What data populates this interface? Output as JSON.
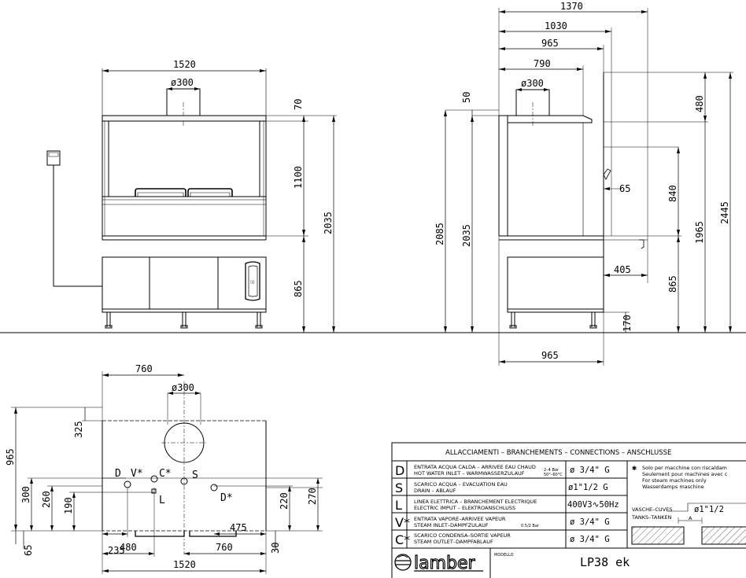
{
  "front_view": {
    "width": "1520",
    "flue": "ø300",
    "dim_top": "70",
    "dim_mid": "1100",
    "dim_bottom": "865",
    "dim_total": "2035"
  },
  "side_view": {
    "dim_1370": "1370",
    "dim_1030": "1030",
    "dim_965_top": "965",
    "dim_790": "790",
    "flue": "ø300",
    "dim_50": "50",
    "dim_2085": "2085",
    "dim_2035": "2035",
    "dim_480": "480",
    "dim_65": "65",
    "dim_840": "840",
    "dim_1965": "1965",
    "dim_2445": "2445",
    "dim_405": "405",
    "dim_865": "865",
    "dim_170": "170",
    "dim_965_bottom": "965"
  },
  "plan_view": {
    "dim_760_top": "760",
    "flue": "ø300",
    "dim_325": "325",
    "dim_965": "965",
    "dim_300": "300",
    "dim_260": "260",
    "dim_190": "190",
    "dim_220": "220",
    "dim_270": "270",
    "dim_65": "65",
    "dim_30": "30",
    "dim_235": "235",
    "dim_475": "475",
    "dim_480": "480",
    "dim_760_bottom": "760",
    "dim_1520": "1520",
    "labels": {
      "d": "D",
      "v": "V*",
      "c": "C*",
      "s": "S",
      "l": "L",
      "dstar": "D*"
    }
  },
  "title_block": {
    "header": "ALLACCIAMENTI  –  BRANCHEMENTS  –  CONNECTIONS  –  ANSCHLUSSE",
    "rows": [
      {
        "letter": "D",
        "line1": "ENTRATA ACQUA CALDA – ARRIVEE EAU CHAUD",
        "line2": "HOT WATER INLET – WARMWASSERZULAUF",
        "note1": "2–4 Bar",
        "note2": "50°–60°C",
        "value": "ø  3/4\"  G"
      },
      {
        "letter": "S",
        "line1": "SCARICO ACQUA – EVACUATION EAU",
        "line2": "DRAIN – ABLAUF",
        "note1": "",
        "note2": "",
        "value": "ø1\"1/2  G"
      },
      {
        "letter": "L",
        "line1": "LINEA ELETTRICA – BRANCHEMENT ELECTRIQUE",
        "line2": "ELECTRIC IMPUT – ELEKTROANSCHLUSS",
        "note1": "",
        "note2": "",
        "value": "400V3∿50Hz"
      },
      {
        "letter": "V*",
        "line1": "ENTRATA VAPORE–ARRIVEE VAPEUR",
        "line2": "STEAM INLET–DAMPFZULAUF",
        "note1": "0.5/2 Bar",
        "note2": "",
        "value": "ø  3/4\"  G"
      },
      {
        "letter": "C*",
        "line1": "SCARICO CONDENSA–SORTIE VAPEUR",
        "line2": "STEAM OUTLET–DAMPFABLAUF",
        "note1": "",
        "note2": "",
        "value": "ø  3/4\"  G"
      }
    ],
    "star_symbol": "✱",
    "note_lines": [
      "Solo per macchine con riscaldam",
      "Seulement pour machines avec c",
      "For steam machines only",
      "Wasserdamps maschine"
    ],
    "tanks_label1": "VASCHE–CUVES",
    "tanks_label2": "TANKS–TANKEN",
    "tanks_value": "ø1\"1/2",
    "tanks_a": "A",
    "brand": "lamber",
    "model_label": "MODELLO",
    "model": "LP38  ek"
  }
}
